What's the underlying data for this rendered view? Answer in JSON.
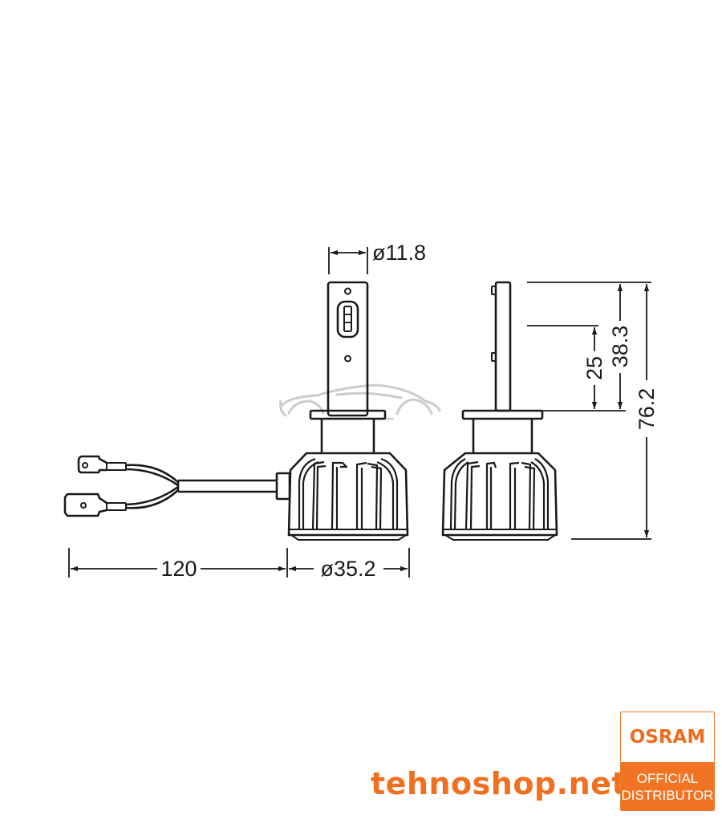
{
  "diagram": {
    "subject": "H1 LED bulb technical dimension drawing",
    "views": [
      "front-view",
      "side-view"
    ],
    "dimensions": {
      "base_diameter": "ø11.8",
      "cable_length": "120",
      "heatsink_diameter": "ø35.2",
      "light_center": "25",
      "base_height": "38.3",
      "total_height": "76.2"
    },
    "colors": {
      "line": "#1a1a1a",
      "watermark": "#c8c8c8"
    }
  },
  "branding": {
    "site": "tehnoshop.net",
    "badge": {
      "brand": "OSRAM",
      "line1": "OFFICIAL",
      "line2": "DISTRIBUTOR"
    },
    "colors": {
      "accent": "#f07424",
      "text_accent": "#ef6c1f"
    }
  }
}
